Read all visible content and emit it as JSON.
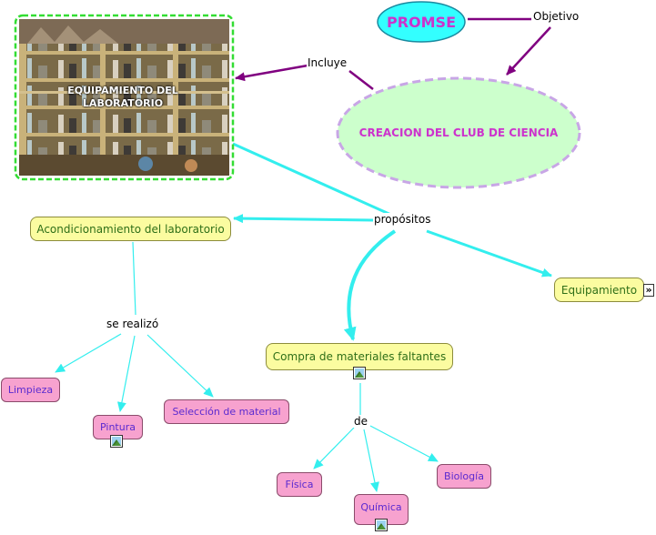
{
  "nodes": {
    "promse": "PROMSE",
    "club": "CREACION DEL CLUB DE CIENCIA",
    "equipamiento_lab": "EQUIPAMIENTO DEL LABORATORIO",
    "acondicionamiento": "Acondicionamiento del laboratorio",
    "equipamiento": "Equipamiento",
    "compra": "Compra de materiales faltantes",
    "limpieza": "Limpieza",
    "pintura": "Pintura",
    "seleccion": "Selección de material",
    "fisica": "Física",
    "quimica": "Química",
    "biologia": "Biología"
  },
  "links": {
    "objetivo": "Objetivo",
    "incluye": "Incluye",
    "propositos": "propósitos",
    "se_realizo": "se realizó",
    "de": "de"
  },
  "expand_marker": "»",
  "icons": [
    "image-icon",
    "expand-icon"
  ],
  "colors": {
    "promse_fill": "#33ffff",
    "promse_text": "#cc33cc",
    "club_fill": "#ccffcc",
    "club_border": "#c8a6e6",
    "club_text": "#cc33cc",
    "photo_border": "#33dd33",
    "yellow_node": "#fbfca0",
    "pink_node": "#f7a2cf",
    "purple_line": "#800080",
    "cyan_line": "#33eeee"
  }
}
